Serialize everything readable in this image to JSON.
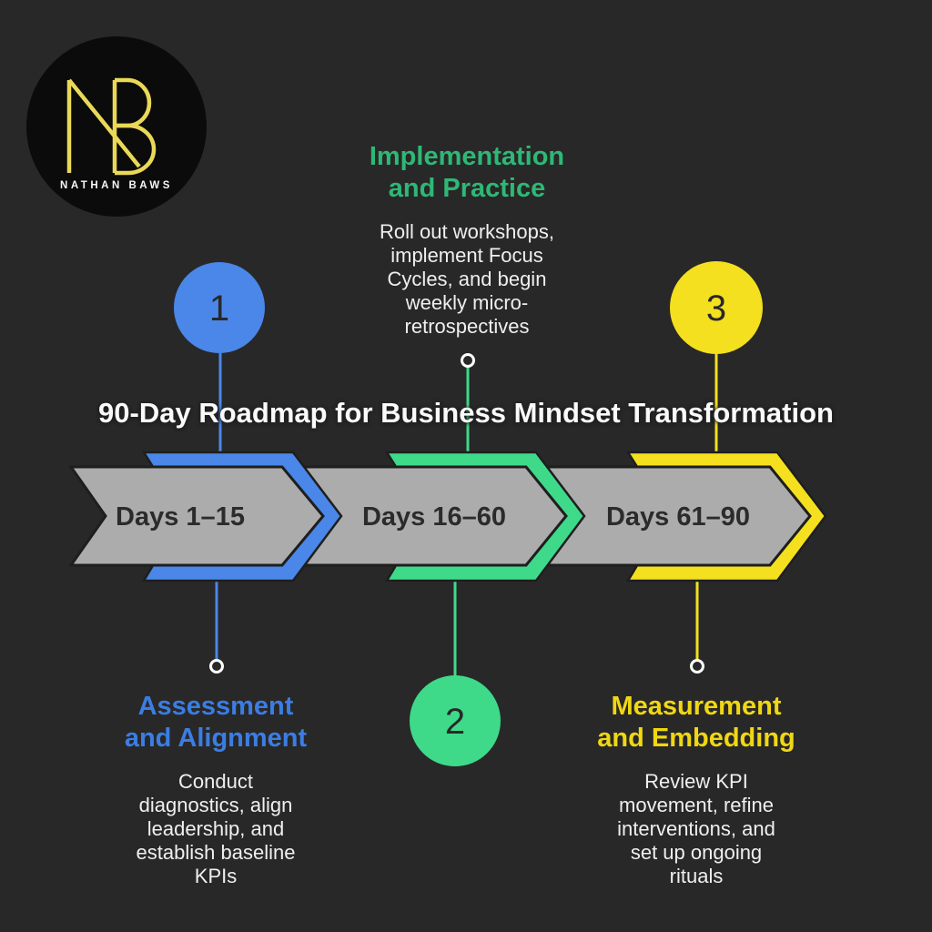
{
  "brand": {
    "monogram": "NB",
    "name": "NATHAN BAWS"
  },
  "title": "90-Day Roadmap for Business Mindset Transformation",
  "timeline": {
    "segments": [
      {
        "label": "Days 1–15"
      },
      {
        "label": "Days 16–60"
      },
      {
        "label": "Days 61–90"
      }
    ]
  },
  "phases": [
    {
      "number": "1",
      "name_lines": [
        "Assessment",
        "and Alignment"
      ],
      "description_lines": [
        "Conduct",
        "diagnostics, align",
        "leadership, and",
        "establish baseline",
        "KPIs"
      ]
    },
    {
      "number": "2",
      "name_lines": [
        "Implementation",
        "and Practice"
      ],
      "description_lines": [
        "Roll out workshops,",
        "implement Focus",
        "Cycles, and begin",
        "weekly micro-",
        "retrospectives"
      ]
    },
    {
      "number": "3",
      "name_lines": [
        "Measurement",
        "and Embedding"
      ],
      "description_lines": [
        "Review KPI",
        "movement, refine",
        "interventions, and",
        "set up ongoing",
        "rituals"
      ]
    }
  ],
  "colors": {
    "background": "#282828",
    "band_gray": "#acacac",
    "outline": "#1e1e1e",
    "phase1_blue": "#4a87e8",
    "phase2_green": "#3eda8a",
    "phase3_yellow": "#f4e01f",
    "heading_blue": "#3b7de4",
    "heading_green": "#2eb876",
    "heading_yellow": "#f0d713",
    "body_text": "#efefef",
    "title_text": "#fafafa",
    "logo_gold": "#e9d957",
    "logo_background": "#0b0b0b"
  }
}
